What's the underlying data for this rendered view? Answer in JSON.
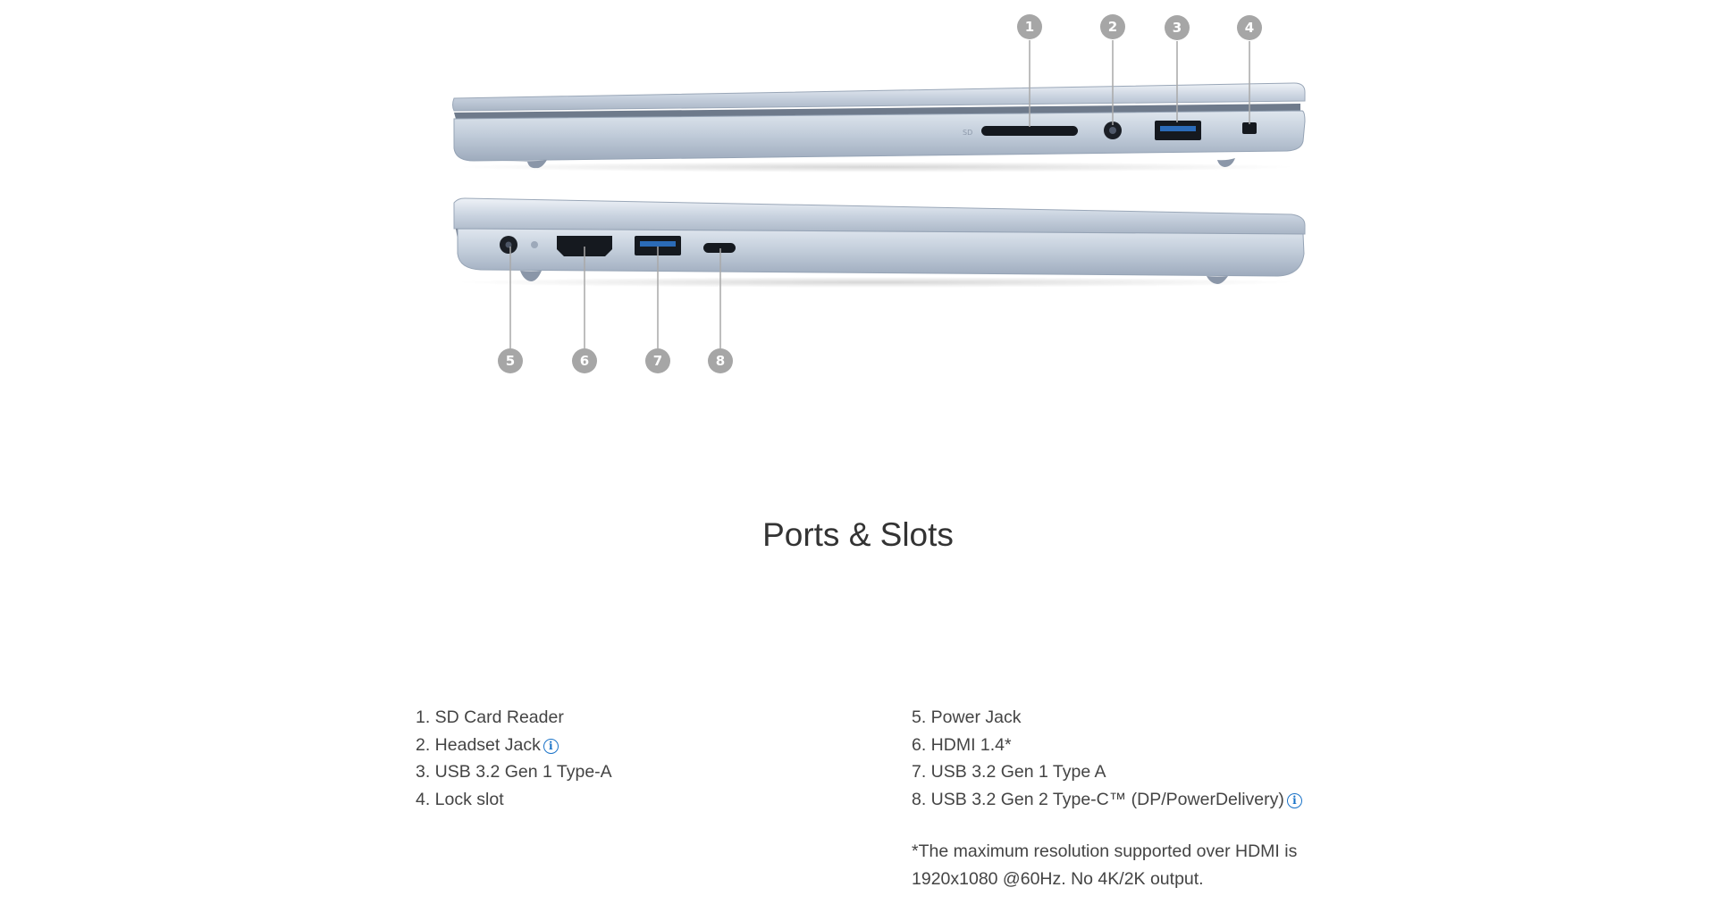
{
  "section": {
    "title": "Ports & Slots"
  },
  "callouts": [
    "1",
    "2",
    "3",
    "4",
    "5",
    "6",
    "7",
    "8"
  ],
  "ports_left": [
    {
      "label": "1. SD Card Reader",
      "info": false
    },
    {
      "label": "2. Headset Jack",
      "info": true
    },
    {
      "label": "3. USB 3.2 Gen 1 Type-A",
      "info": false
    },
    {
      "label": "4. Lock slot",
      "info": false
    }
  ],
  "ports_right": [
    {
      "label": "5. Power Jack",
      "info": false
    },
    {
      "label": "6. HDMI 1.4*",
      "info": false
    },
    {
      "label": "7. USB 3.2 Gen 1 Type A",
      "info": false
    },
    {
      "label": "8. USB 3.2 Gen 2 Type-C™ (DP/PowerDelivery)",
      "info": true
    }
  ],
  "footnote": "*The maximum resolution supported over HDMI is 1920x1080 @60Hz. No 4K/2K output.",
  "icons": {
    "info": "info-circle-icon"
  },
  "colors": {
    "info_icon": "#1a73c8",
    "callout_badge": "#a6a6a6",
    "chassis": "#c9d3e0",
    "text": "#444444"
  }
}
